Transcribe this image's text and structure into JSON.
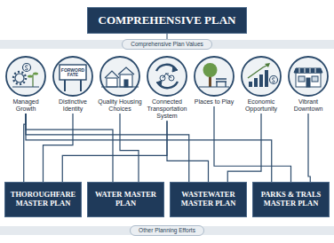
{
  "diagram": {
    "title": "COMPREHENSIVE PLAN",
    "nodes": [
      {
        "text": [
          "Comprehensive Plan Values"
        ]
      },
      {
        "text": [
          "Managed Growth"
        ]
      },
      {
        "text": [
          "Distinctive Identity"
        ]
      },
      {
        "text": [
          "Quality Housing Choices"
        ]
      },
      {
        "text": [
          "Connected Transportation System"
        ]
      },
      {
        "text": [
          "Places to Play"
        ]
      },
      {
        "text": [
          "Economic Opportunity"
        ]
      },
      {
        "text": [
          "Vibrant Downtown"
        ]
      },
      {
        "text": [
          "THOROUGHFARE MASTER PLAN"
        ]
      },
      {
        "text": [
          "WATER MASTER PLAN"
        ]
      },
      {
        "text": [
          "WASTEWATER MASTER PLAN"
        ]
      },
      {
        "text": [
          "PARKS & TRALS MASTER PLAN"
        ]
      },
      {
        "text": [
          "Other Planning Efforts"
        ]
      }
    ],
    "edges": [
      {
        "from": 1,
        "to": 8,
        "arrow": "none"
      },
      {
        "from": 1,
        "to": 9,
        "arrow": "none"
      },
      {
        "from": 1,
        "to": 10,
        "arrow": "none"
      },
      {
        "from": 1,
        "to": 11,
        "arrow": "none"
      },
      {
        "from": 2,
        "to": 8,
        "arrow": "none"
      },
      {
        "from": 3,
        "to": 9,
        "arrow": "none"
      },
      {
        "from": 4,
        "to": 8,
        "arrow": "none"
      },
      {
        "from": 4,
        "to": 10,
        "arrow": "none"
      },
      {
        "from": 5,
        "to": 11,
        "arrow": "none"
      },
      {
        "from": 6,
        "to": 10,
        "arrow": "none"
      },
      {
        "from": 7,
        "to": 11,
        "arrow": "none"
      }
    ],
    "labels": [
      "FORWORD FATE"
    ]
  }
}
